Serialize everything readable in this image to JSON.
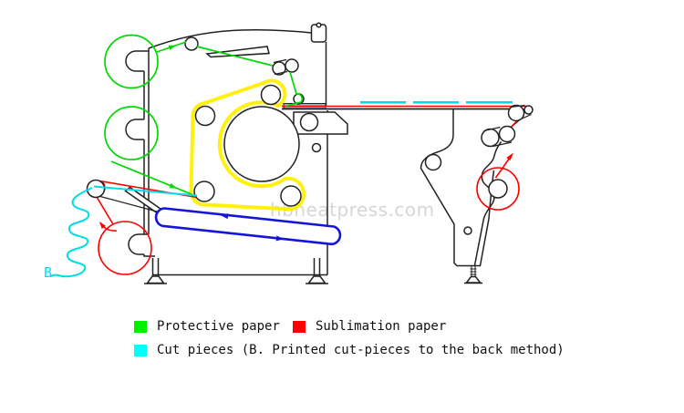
{
  "watermark": "hbheatpress.com",
  "labels": {
    "b_marker": "B"
  },
  "colors": {
    "outline": "#222222",
    "protective_paper": "#00d800",
    "sublimation_paper": "#ff0000",
    "cut_pieces": "#00dce8",
    "felt_belt": "#ffef00",
    "conveyor_belt": "#1414dd",
    "watermark_grey": "#d6d6d6"
  },
  "legend": {
    "items": [
      {
        "label": "Protective paper",
        "color": "#00f000"
      },
      {
        "label": "Sublimation paper",
        "color": "#ff0000"
      },
      {
        "label": "Cut pieces (B. Printed cut-pieces to the back method)",
        "color": "#00ffff"
      }
    ]
  }
}
